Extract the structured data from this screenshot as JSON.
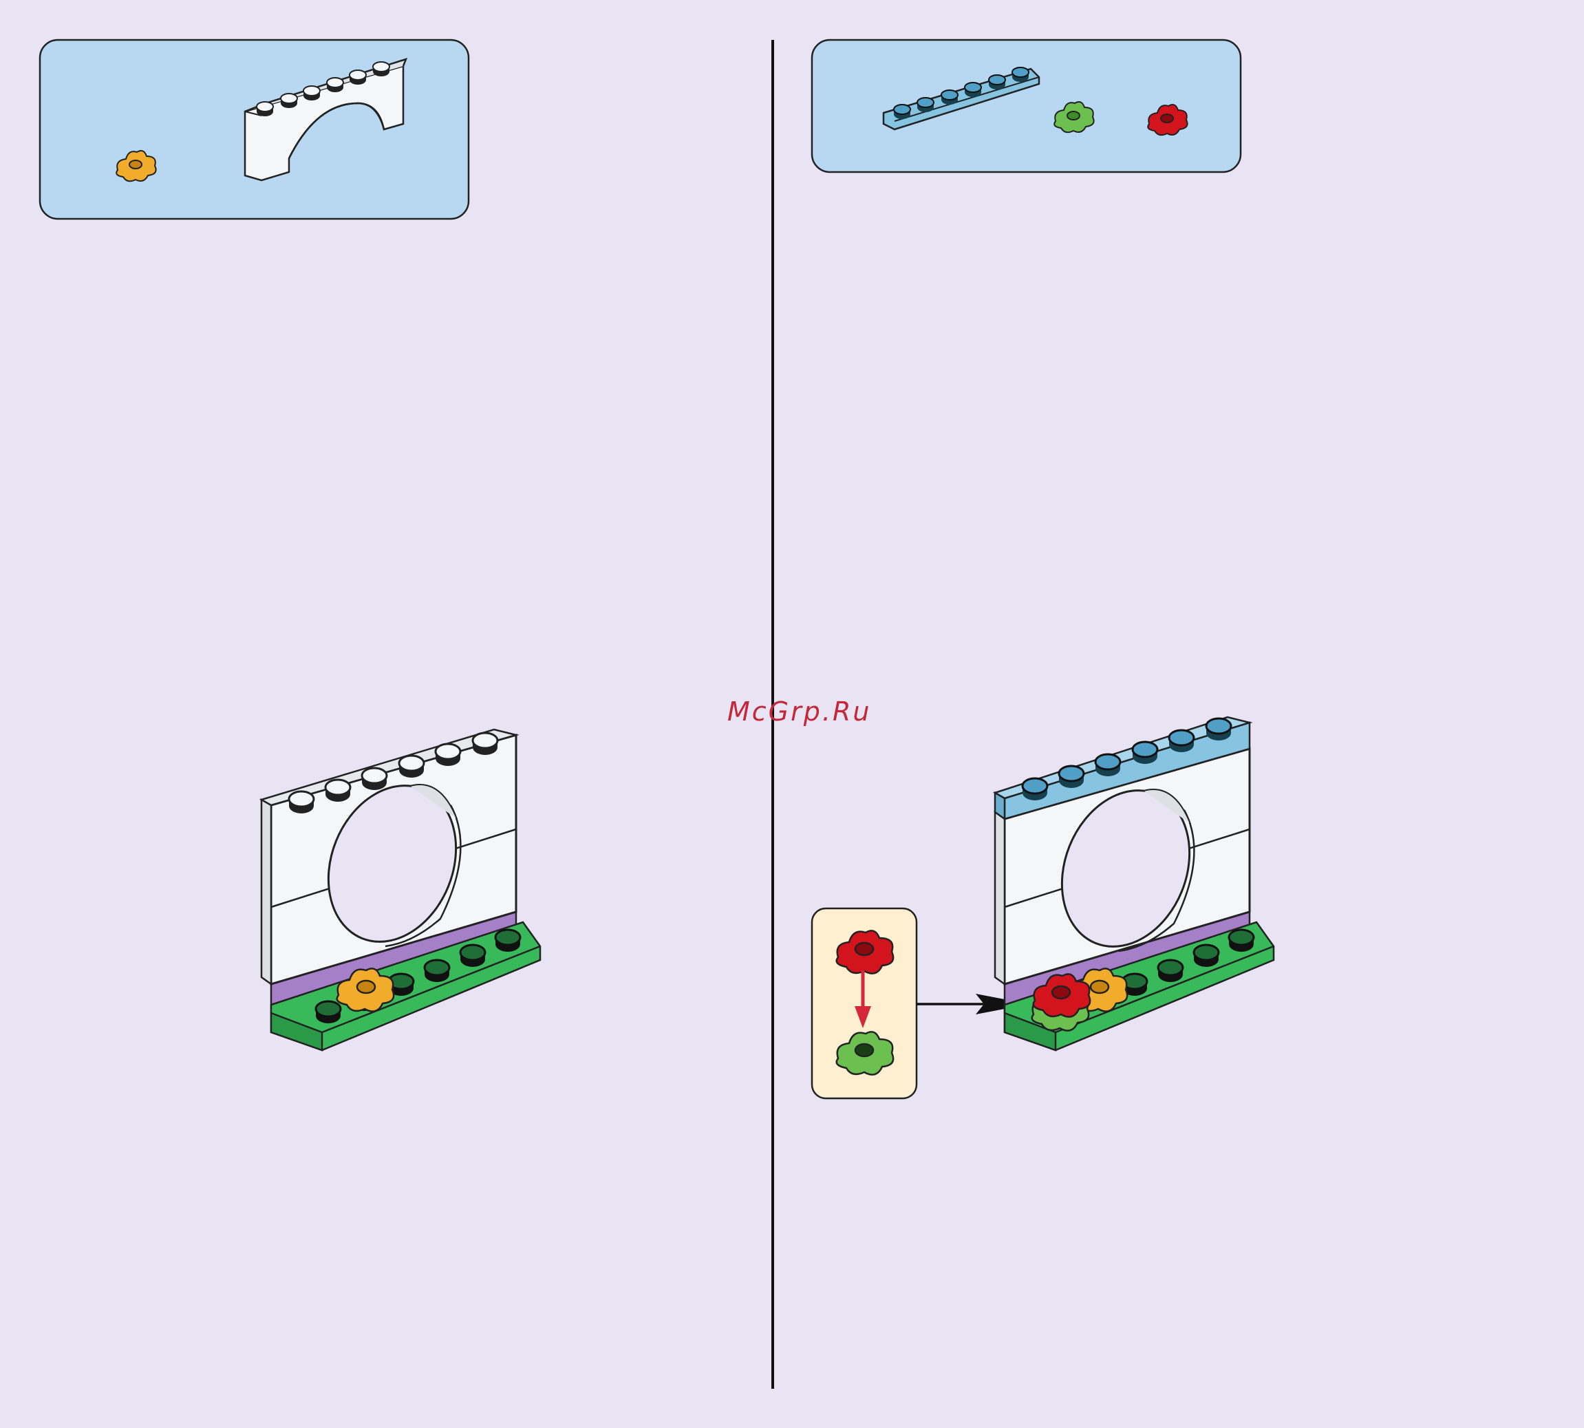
{
  "page": {
    "watermark": "McGrp.Ru",
    "colors": {
      "background": "#e8e4f3",
      "parts_box": "#b8d8f2",
      "callout_box": "#fdefcf",
      "white_brick": "#f4f6f8",
      "green_plate": "#38b95a",
      "purple_plate": "#a57fc8",
      "light_blue_plate": "#86c4e2",
      "flower_orange": "#f2ac2c",
      "flower_green": "#6cc050",
      "flower_red": "#d4141c",
      "arrow_red": "#d4283a"
    }
  },
  "left_step": {
    "parts": [
      "flower-plate-orange",
      "arch-brick-1x6-white"
    ]
  },
  "right_step": {
    "parts": [
      "plate-1x6-light-blue",
      "flower-plate-green",
      "flower-plate-red"
    ],
    "callout": [
      "flower-plate-red",
      "flower-plate-green"
    ]
  }
}
